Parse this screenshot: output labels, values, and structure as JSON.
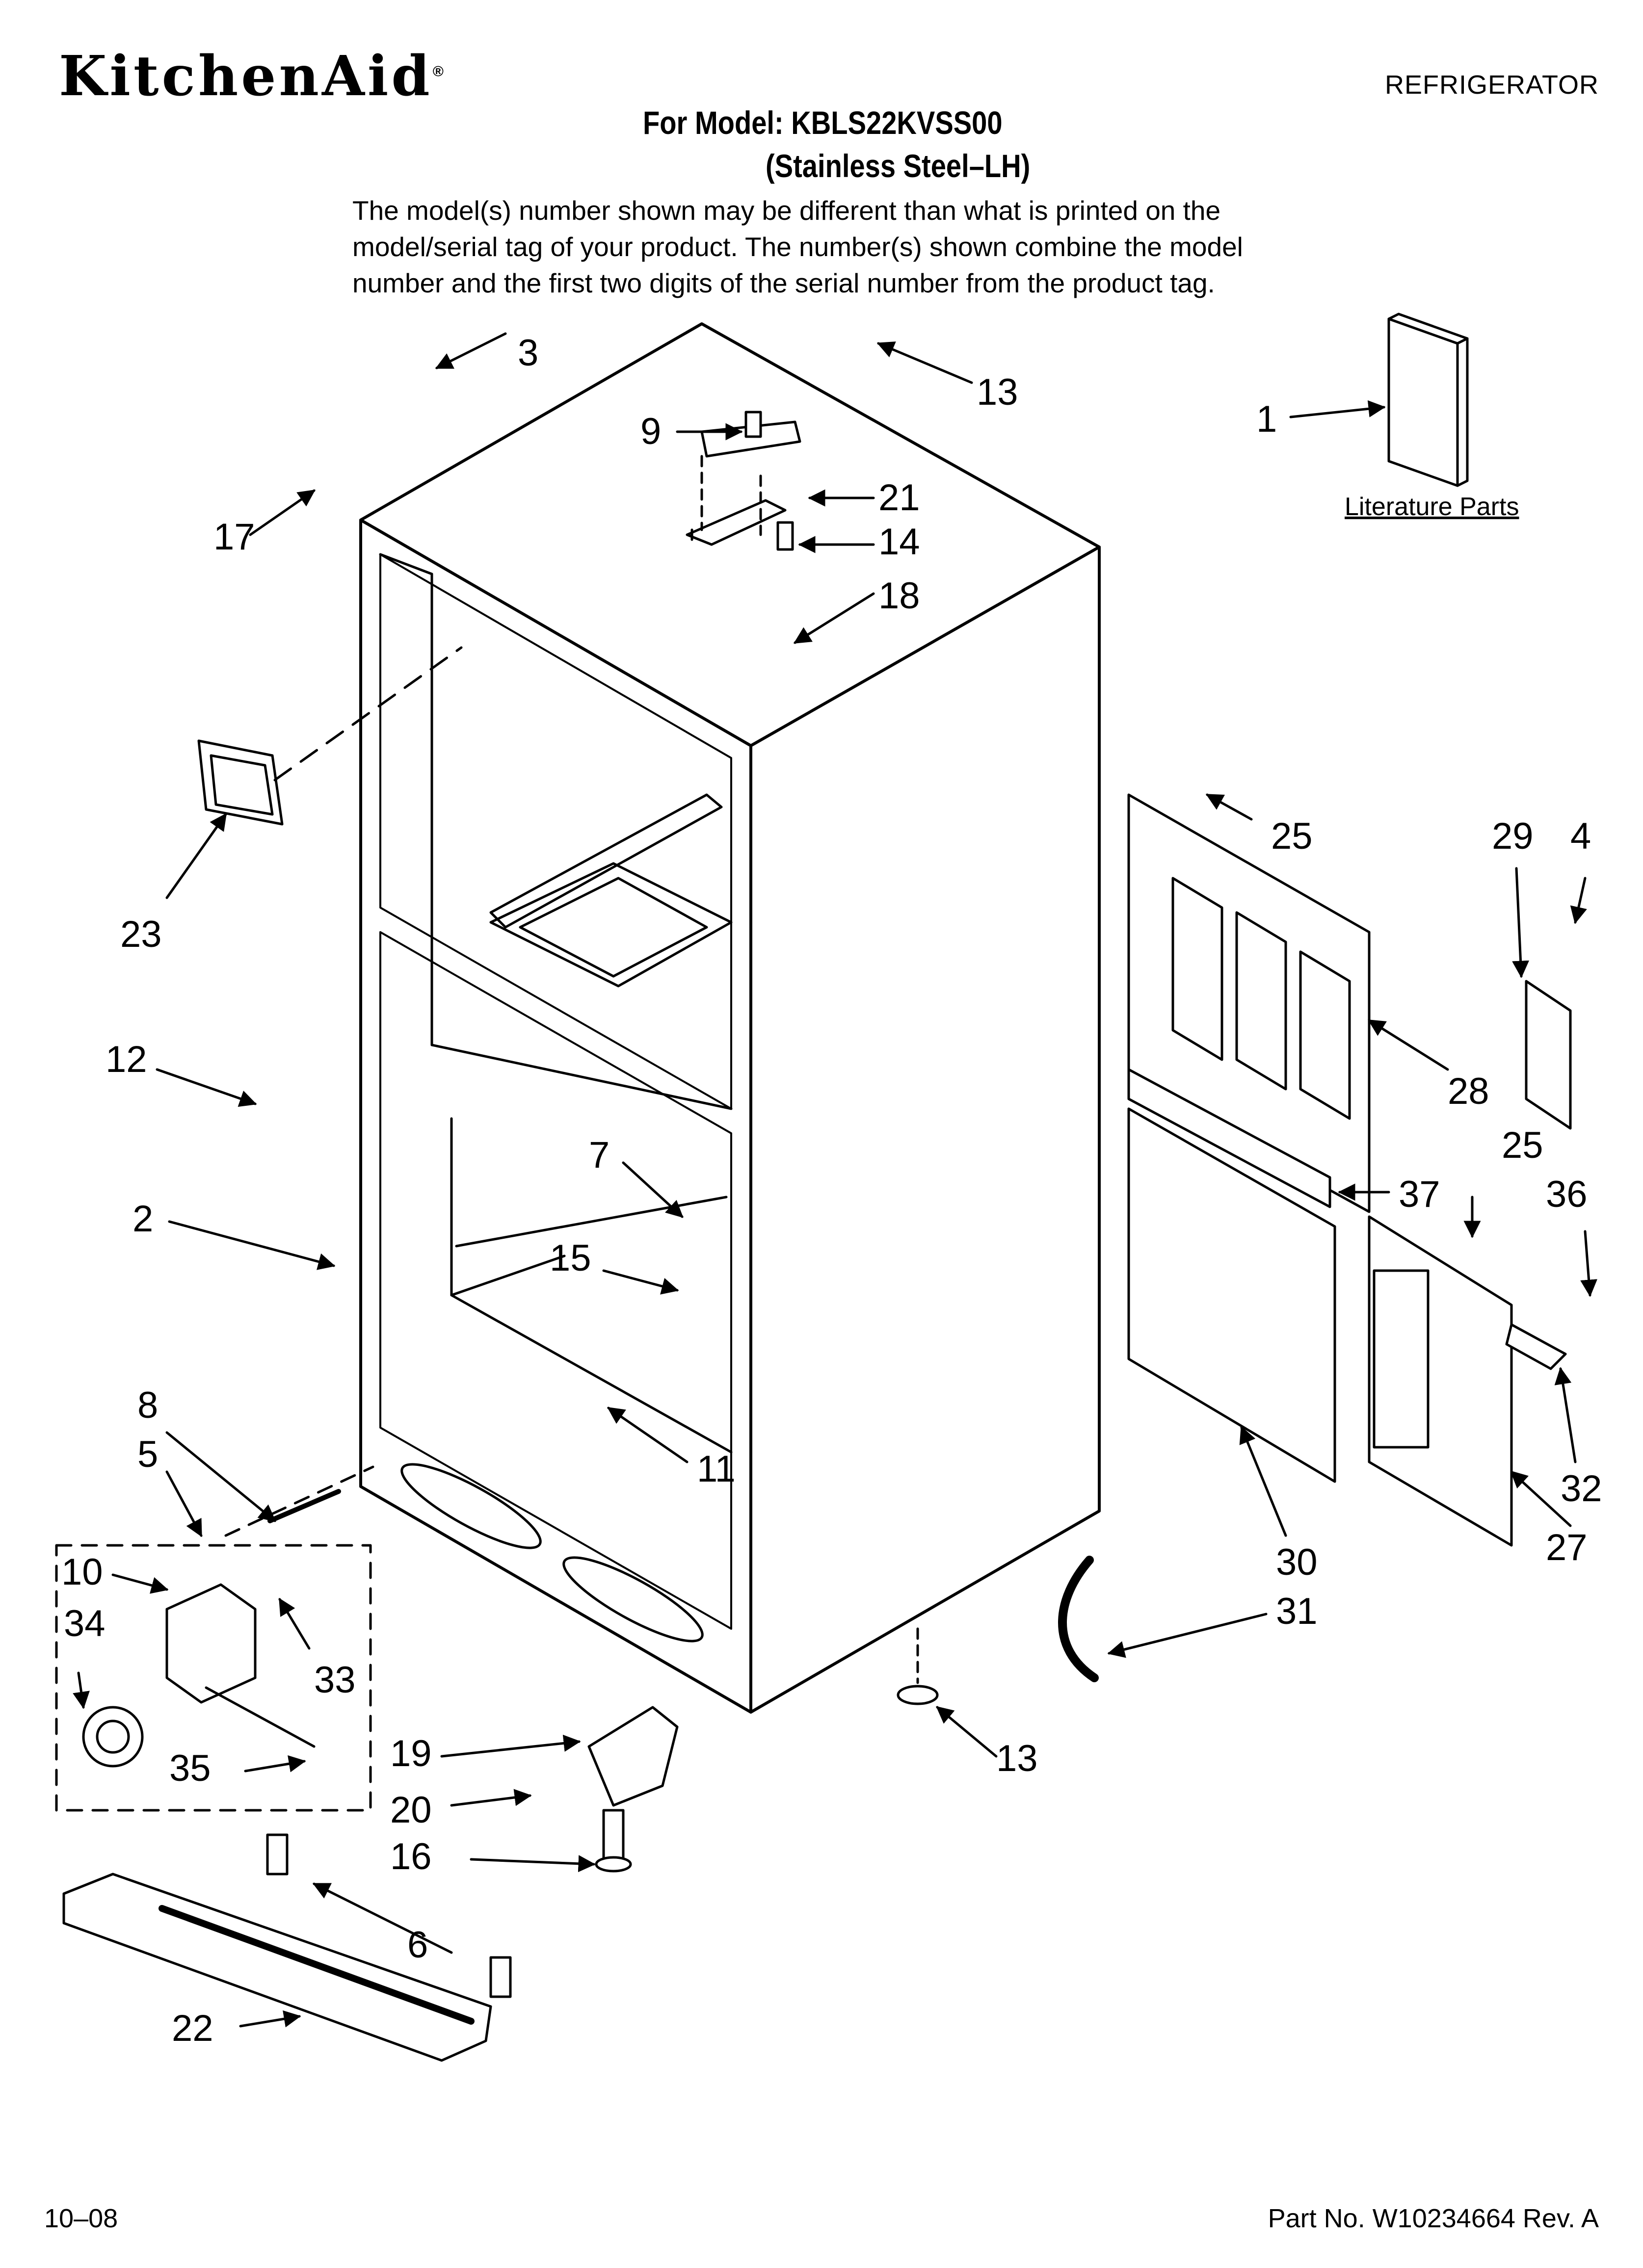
{
  "header": {
    "brand": "KitchenAid",
    "brand_mark": "®",
    "category": "REFRIGERATOR",
    "model_line": "For Model: KBLS22KVSS00",
    "variant_line": "(Stainless Steel–LH)",
    "note": "The model(s) number shown may be different than what is printed on the model/serial tag of your product. The number(s) shown combine the model number and the first two digits of the serial number from the product tag."
  },
  "diagram": {
    "literature_label": "Literature Parts",
    "callouts": [
      "1",
      "2",
      "3",
      "4",
      "5",
      "6",
      "7",
      "8",
      "9",
      "10",
      "11",
      "12",
      "13",
      "13",
      "14",
      "15",
      "16",
      "17",
      "18",
      "19",
      "20",
      "21",
      "22",
      "23",
      "25",
      "25",
      "27",
      "28",
      "29",
      "30",
      "31",
      "32",
      "33",
      "34",
      "35",
      "36",
      "37"
    ]
  },
  "footer": {
    "date": "10–08",
    "part_number": "Part No. W10234664 Rev. A"
  }
}
